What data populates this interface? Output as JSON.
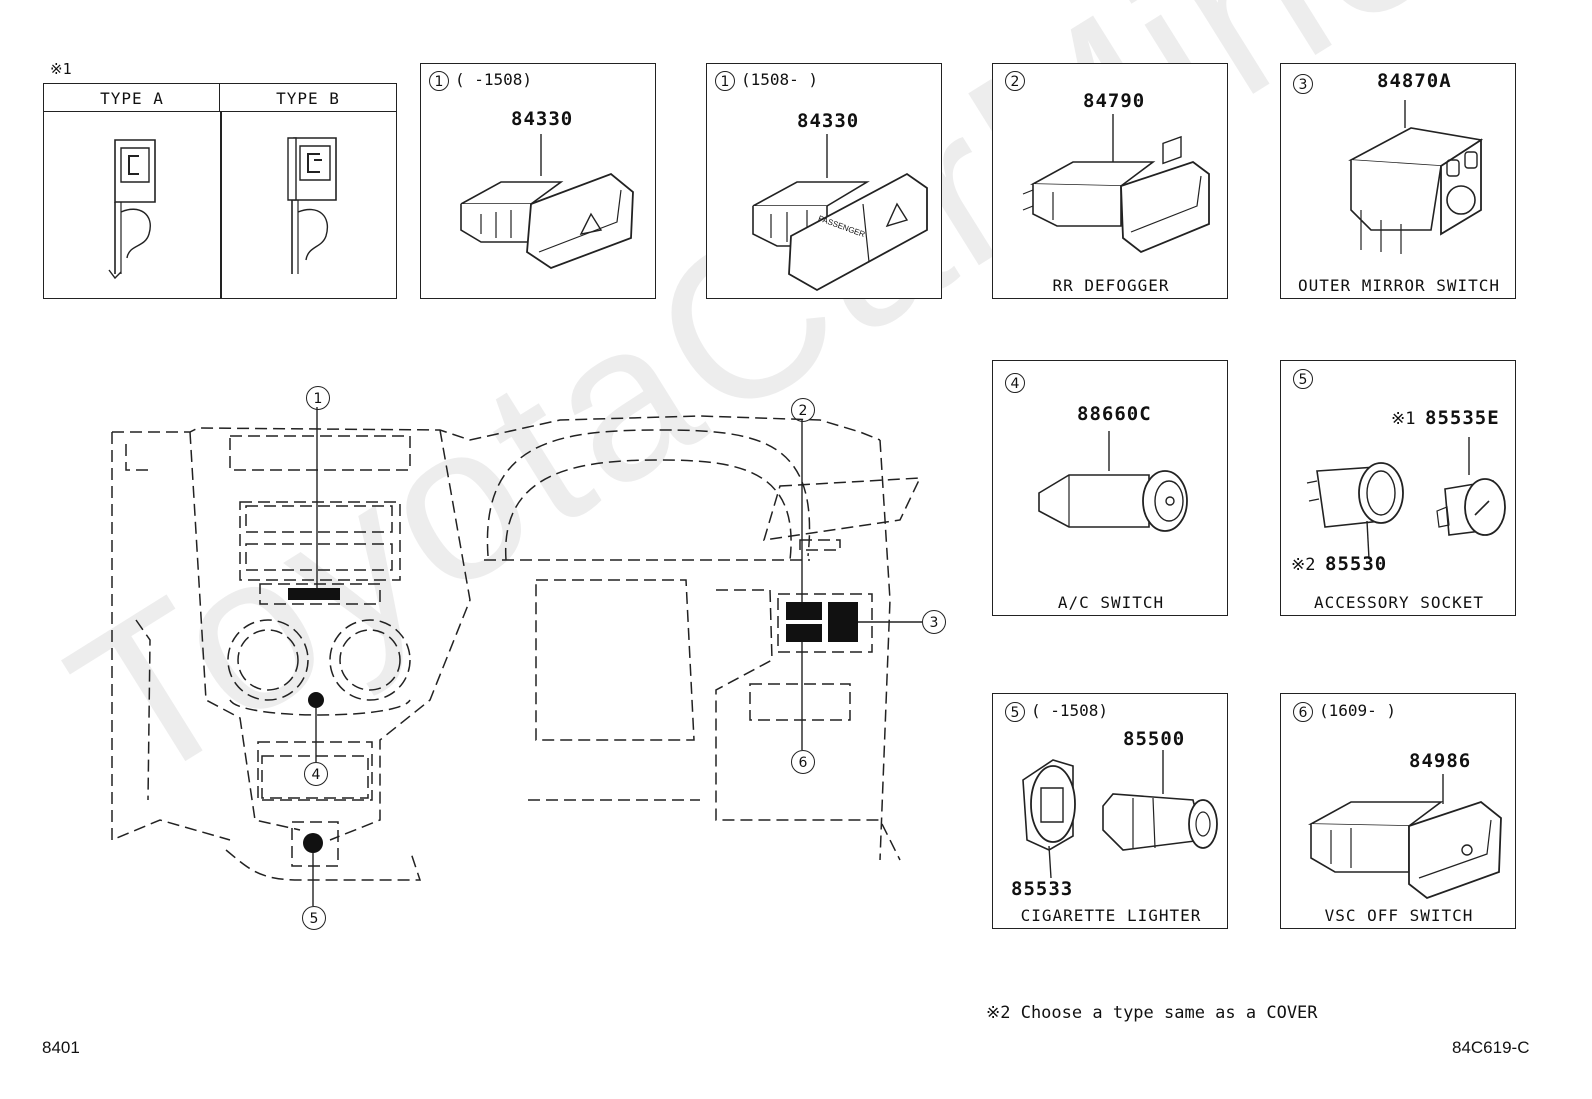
{
  "watermark": "ToyotaCarMine.ru",
  "note1_mark": "※1",
  "type_table": {
    "type_a": "TYPE A",
    "type_b": "TYPE B"
  },
  "panels": [
    {
      "id": "1a",
      "num": "1",
      "range": "(     -1508)",
      "part": "84330",
      "caption": ""
    },
    {
      "id": "1b",
      "num": "1",
      "range": "(1508-     )",
      "part": "84330",
      "caption": "",
      "inner_label": "PASSENGER"
    },
    {
      "id": "2",
      "num": "2",
      "range": "",
      "part": "84790",
      "caption": "RR DEFOGGER"
    },
    {
      "id": "3",
      "num": "3",
      "range": "",
      "part": "84870A",
      "caption": "OUTER MIRROR SWITCH"
    },
    {
      "id": "4",
      "num": "4",
      "range": "",
      "part": "88660C",
      "caption": "A/C SWITCH"
    },
    {
      "id": "5a",
      "num": "5",
      "range": "",
      "part": "85535E",
      "part_prefix": "※1",
      "part2": "85530",
      "part2_prefix": "※2",
      "caption": "ACCESSORY SOCKET"
    },
    {
      "id": "5b",
      "num": "5",
      "range": "(     -1508)",
      "part": "85500",
      "part2": "85533",
      "caption": "CIGARETTE LIGHTER"
    },
    {
      "id": "6",
      "num": "6",
      "range": "(1609-     )",
      "part": "84986",
      "caption": "VSC OFF SWITCH"
    }
  ],
  "callouts": [
    "1",
    "2",
    "3",
    "4",
    "5",
    "6"
  ],
  "footnote": "※2 Choose a type same as a COVER",
  "page_code_left": "8401",
  "page_code_right": "84C619-C"
}
